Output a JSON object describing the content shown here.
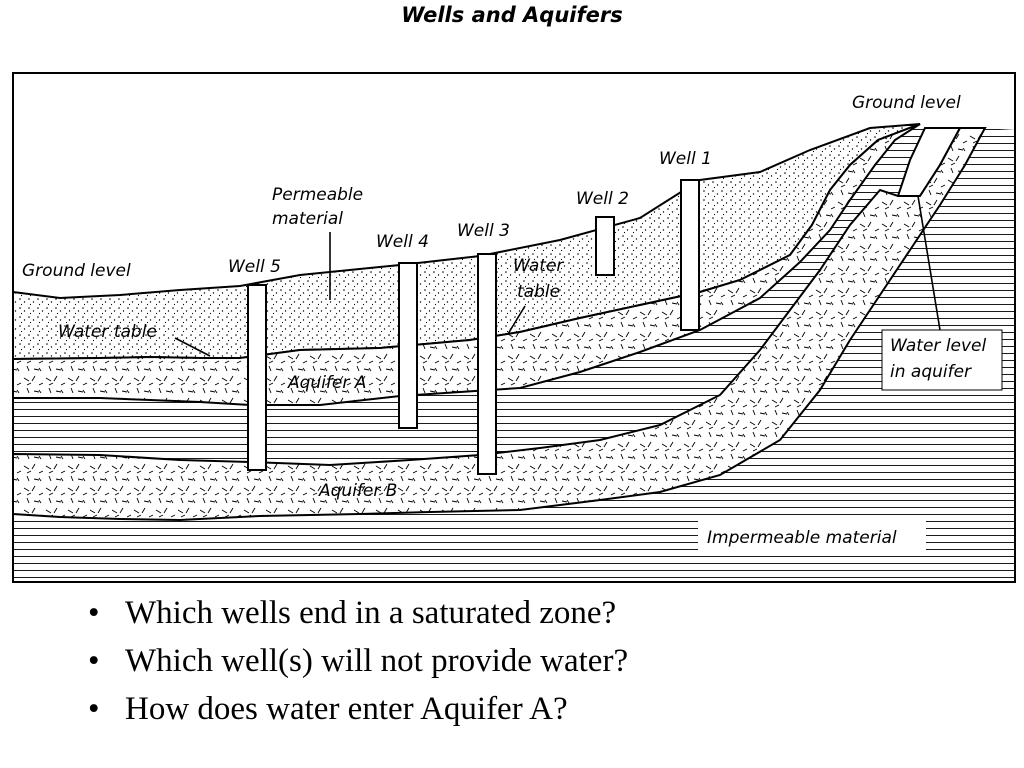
{
  "title": "Wells and Aquifers",
  "labels": {
    "ground_level_left": "Ground level",
    "ground_level_right": "Ground level",
    "permeable_line1": "Permeable",
    "permeable_line2": "material",
    "water_table_left": "Water table",
    "water_table_mid_line1": "Water",
    "water_table_mid_line2": "table",
    "well_1": "Well 1",
    "well_2": "Well 2",
    "well_3": "Well 3",
    "well_4": "Well 4",
    "well_5": "Well 5",
    "aquifer_a": "Aquifer A",
    "aquifer_b": "Aquifer B",
    "water_level_line1": "Water level",
    "water_level_line2": "in aquifer",
    "impermeable": "Impermeable material"
  },
  "questions": [
    "Which wells end in a saturated zone?",
    "Which well(s) will not provide water?",
    "How does water enter Aquifer A?"
  ],
  "bullet": "•"
}
